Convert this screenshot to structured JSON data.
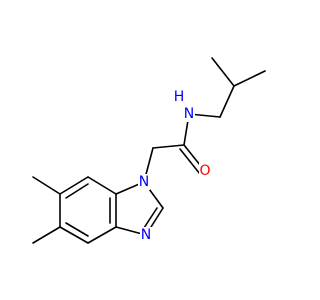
{
  "molecule": {
    "colors": {
      "bond": "#000000",
      "nitrogen": "#0000FF",
      "oxygen": "#FF0000",
      "background": "#FFFFFF"
    },
    "atom_labels": {
      "amide_nh": "H",
      "amide_n": "N",
      "carbonyl_o": "O",
      "ring_n1": "N",
      "ring_n3": "N"
    }
  }
}
